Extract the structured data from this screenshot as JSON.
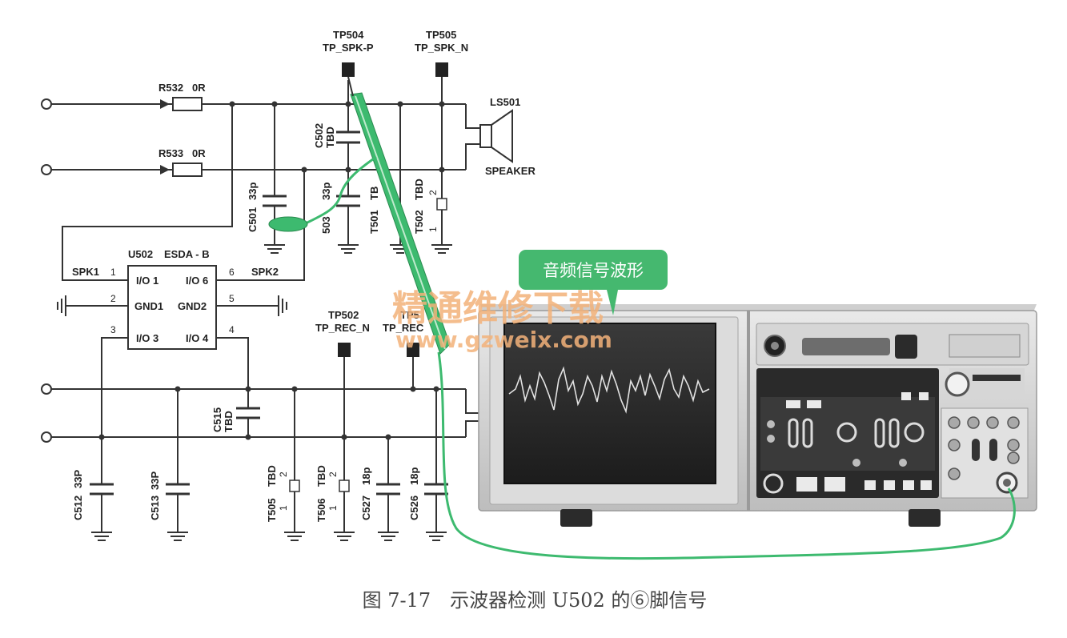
{
  "test_points": [
    {
      "id": "TP504",
      "net": "TP_SPK-P"
    },
    {
      "id": "TP505",
      "net": "TP_SPK_N"
    },
    {
      "id": "TP502",
      "net": "TP_REC_N"
    },
    {
      "id": "TP5",
      "net": "TP_REC"
    }
  ],
  "resistors": [
    {
      "ref": "R532",
      "value": "0R"
    },
    {
      "ref": "R533",
      "value": "0R"
    }
  ],
  "speaker": {
    "ref": "LS501",
    "name": "SPEAKER"
  },
  "ic": {
    "ref": "U502",
    "part": "ESDA - B",
    "pins_left": [
      {
        "num": "1",
        "name": "I/O 1"
      },
      {
        "num": "2",
        "name": "GND1"
      },
      {
        "num": "3",
        "name": "I/O 3"
      }
    ],
    "pins_right": [
      {
        "num": "6",
        "name": "I/O 6"
      },
      {
        "num": "5",
        "name": "GND2"
      },
      {
        "num": "4",
        "name": "I/O 4"
      }
    ],
    "net_left": "SPK1",
    "net_right": "SPK2"
  },
  "capacitors": {
    "c502": {
      "ref": "C502",
      "value": "TBD"
    },
    "c501": {
      "ref": "C501",
      "value": "33p"
    },
    "c503": {
      "ref": "503",
      "value": "33p"
    },
    "c515": {
      "ref": "C515",
      "value": "TBD"
    },
    "c512": {
      "ref": "C512",
      "value": "33P"
    },
    "c513": {
      "ref": "C513",
      "value": "33P"
    },
    "c527": {
      "ref": "C527",
      "value": "18p"
    },
    "c526": {
      "ref": "C526",
      "value": "18p"
    }
  },
  "tvs": {
    "t501": {
      "ref": "T501",
      "value": "TB"
    },
    "t502": {
      "ref": "T502",
      "value": "TBD"
    },
    "t505": {
      "ref": "T505",
      "value": "TBD"
    },
    "t506": {
      "ref": "T506",
      "value": "TBD"
    }
  },
  "tvs_pins": {
    "p1": "1",
    "p2": "2"
  },
  "callout": "音频信号波形",
  "watermark": {
    "line1": "精通维修下载",
    "line2": "www.gzweix.com"
  },
  "caption": "图 7-17　示波器检测 U502 的⑥脚信号",
  "colors": {
    "probe": "#3dba6f",
    "bubble": "#45b86f",
    "wire": "#333333",
    "scope_screen": "#2a2a2a",
    "trace": "#d8d8d8"
  }
}
